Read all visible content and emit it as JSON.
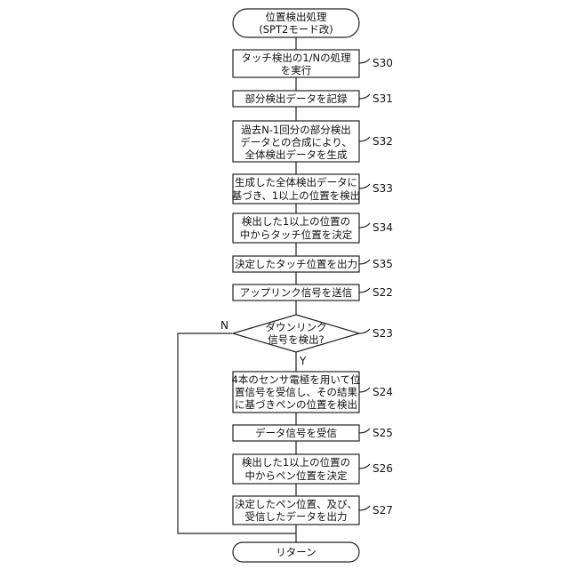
{
  "start": {
    "lines": [
      "位置検出処理",
      "(SPT2モード改)"
    ]
  },
  "end": {
    "lines": [
      "リターン"
    ]
  },
  "steps": [
    {
      "id": "S30",
      "lines": [
        "タッチ検出の1/Nの処理",
        "を実行"
      ]
    },
    {
      "id": "S31",
      "lines": [
        "部分検出データを記録"
      ]
    },
    {
      "id": "S32",
      "lines": [
        "過去N-1回分の部分検出",
        "データとの合成により、",
        "全体検出データを生成"
      ]
    },
    {
      "id": "S33",
      "lines": [
        "生成した全体検出データに",
        "基づき、1以上の位置を検出"
      ]
    },
    {
      "id": "S34",
      "lines": [
        "検出した1以上の位置の",
        "中からタッチ位置を決定"
      ]
    },
    {
      "id": "S35",
      "lines": [
        "決定したタッチ位置を出力"
      ]
    },
    {
      "id": "S22",
      "lines": [
        "アップリンク信号を送信"
      ]
    },
    {
      "id": "S24",
      "lines": [
        "4本のセンサ電極を用いて位",
        "置信号を受信し、その結果",
        "に基づきペンの位置を検出"
      ]
    },
    {
      "id": "S25",
      "lines": [
        "データ信号を受信"
      ]
    },
    {
      "id": "S26",
      "lines": [
        "検出した1以上の位置の",
        "中からペン位置を決定"
      ]
    },
    {
      "id": "S27",
      "lines": [
        "決定したペン位置、及び、",
        "受信したデータを出力"
      ]
    }
  ],
  "decision": {
    "id": "S23",
    "lines": [
      "ダウンリンク",
      "信号を検出?"
    ],
    "yes_label": "Y",
    "no_label": "N"
  }
}
